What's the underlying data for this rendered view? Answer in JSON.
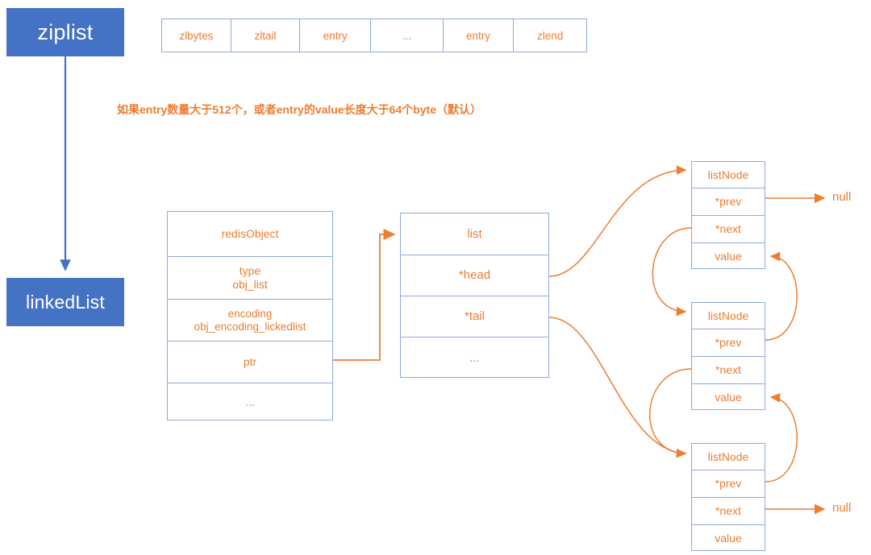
{
  "colors": {
    "blue_fill": "#4472C4",
    "blue_border": "#8FAADC",
    "orange": "#ED7D31",
    "background": "#FFFFFF"
  },
  "encoding_boxes": {
    "ziplist_label": "ziplist",
    "linkedlist_label": "linkedList"
  },
  "ziplist_strip": {
    "cells": [
      "zlbytes",
      "zltail",
      "entry",
      "...",
      "entry",
      "zlend"
    ]
  },
  "conversion_note": "如果entry数量大于512个，或者entry的value长度大于64个byte（默认）",
  "redis_object": {
    "rows": [
      "redisObject",
      "type\nobj_list",
      "encoding\nobj_encoding_lickedlist",
      "ptr",
      "..."
    ]
  },
  "list_struct": {
    "rows": [
      "list",
      "*head",
      "*tail",
      "..."
    ]
  },
  "list_nodes": [
    {
      "rows": [
        "listNode",
        "*prev",
        "*next",
        "value"
      ],
      "prev_target": "null",
      "next_target": "node2"
    },
    {
      "rows": [
        "listNode",
        "*prev",
        "*next",
        "value"
      ],
      "prev_target": "node1",
      "next_target": "node3"
    },
    {
      "rows": [
        "listNode",
        "*prev",
        "*next",
        "value"
      ],
      "prev_target": "node2",
      "next_target": "null"
    }
  ],
  "null_labels": {
    "top": "null",
    "bottom": "null"
  }
}
